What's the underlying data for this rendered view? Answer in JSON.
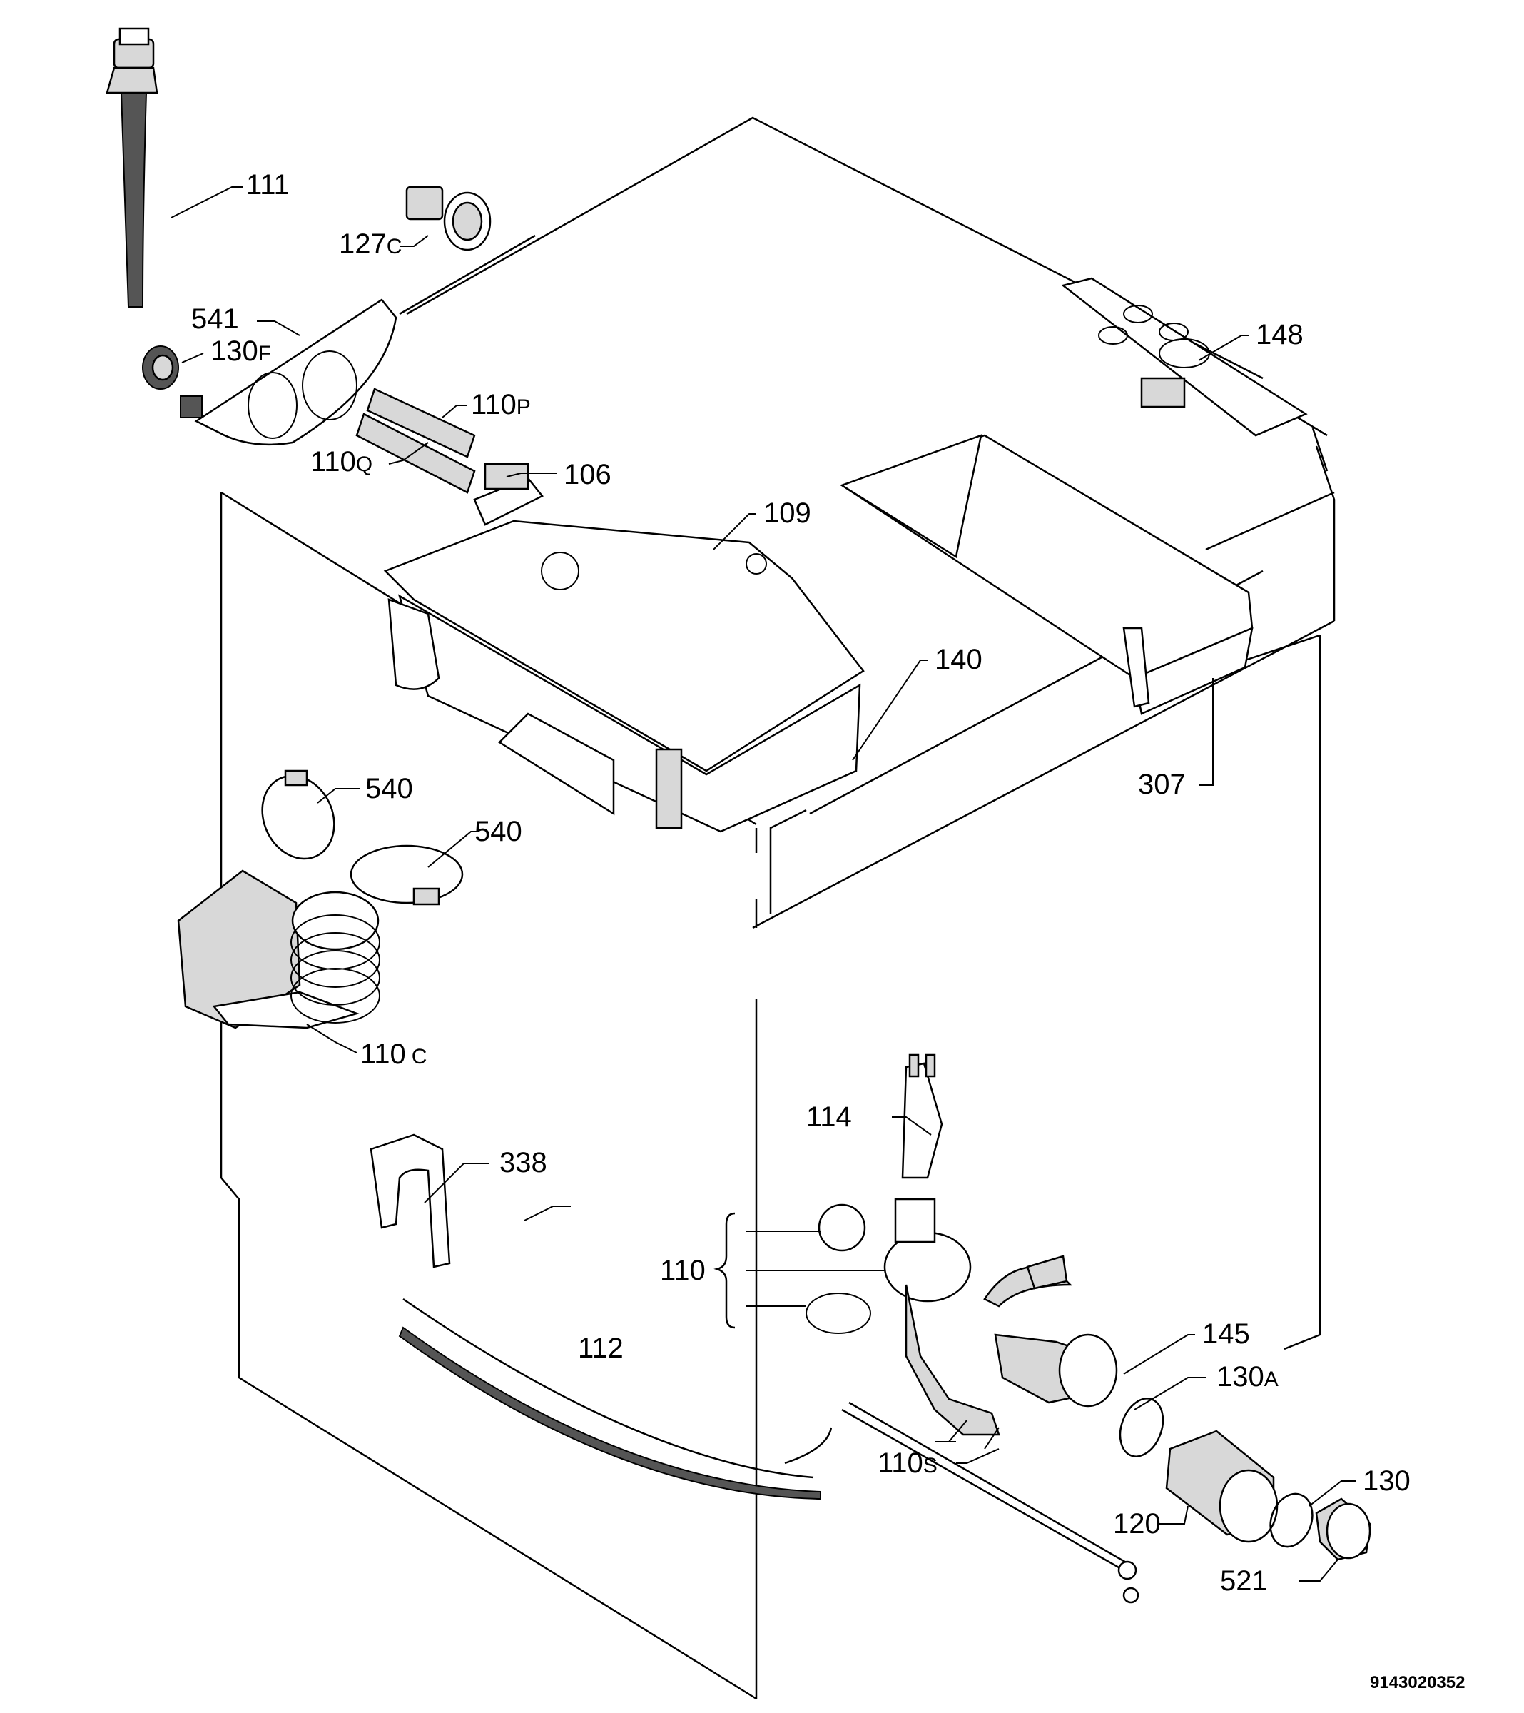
{
  "diagram": {
    "document_number": "9143020352",
    "parts": [
      {
        "id": "p111",
        "number": "111",
        "suffix": ""
      },
      {
        "id": "p127c",
        "number": "127",
        "suffix": "C"
      },
      {
        "id": "p541",
        "number": "541",
        "suffix": ""
      },
      {
        "id": "p130f",
        "number": "130",
        "suffix": "F"
      },
      {
        "id": "p110p",
        "number": "110",
        "suffix": "P"
      },
      {
        "id": "p110q",
        "number": "110",
        "suffix": "Q"
      },
      {
        "id": "p106",
        "number": "106",
        "suffix": ""
      },
      {
        "id": "p109",
        "number": "109",
        "suffix": ""
      },
      {
        "id": "p148",
        "number": "148",
        "suffix": ""
      },
      {
        "id": "p140",
        "number": "140",
        "suffix": ""
      },
      {
        "id": "p307",
        "number": "307",
        "suffix": ""
      },
      {
        "id": "p540a",
        "number": "540",
        "suffix": ""
      },
      {
        "id": "p540b",
        "number": "540",
        "suffix": ""
      },
      {
        "id": "p110c",
        "number": "110",
        "suffix": "C"
      },
      {
        "id": "p114",
        "number": "114",
        "suffix": ""
      },
      {
        "id": "p338",
        "number": "338",
        "suffix": ""
      },
      {
        "id": "p110",
        "number": "110",
        "suffix": ""
      },
      {
        "id": "p112",
        "number": "112",
        "suffix": ""
      },
      {
        "id": "p145",
        "number": "145",
        "suffix": ""
      },
      {
        "id": "p130a",
        "number": "130",
        "suffix": "A"
      },
      {
        "id": "p130",
        "number": "130",
        "suffix": ""
      },
      {
        "id": "p110s",
        "number": "110",
        "suffix": "S"
      },
      {
        "id": "p120",
        "number": "120",
        "suffix": ""
      },
      {
        "id": "p521",
        "number": "521",
        "suffix": ""
      }
    ]
  }
}
